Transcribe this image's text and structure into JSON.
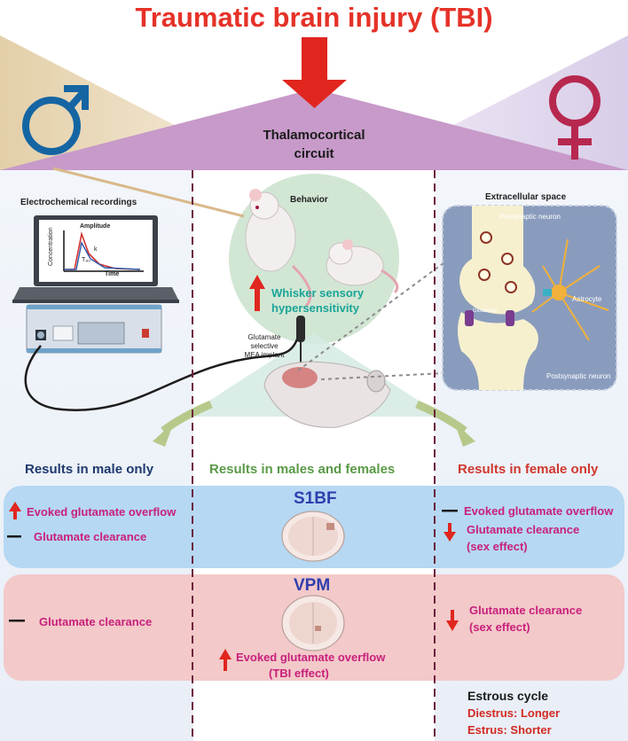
{
  "title": "Traumatic brain injury (TBI)",
  "circuit": {
    "line1": "Thalamocortical",
    "line2": "circuit"
  },
  "panels": {
    "electrochemical": "Electrochemical recordings",
    "behavior": "Behavior",
    "extracellular": "Extracellular space"
  },
  "graph": {
    "ylabel": "Concentration",
    "xlabel": "Time",
    "amplitude": "Amplitude",
    "k": "k",
    "t80": "T₈₀"
  },
  "behavior": {
    "line1": "Whisker sensory",
    "line2": "hypersensitivity"
  },
  "mea": {
    "line1": "Glutamate",
    "line2": "selective",
    "line3": "MEA implant"
  },
  "synapse": {
    "presynaptic": "Presynaptic neuron",
    "astrocyte": "Astrocyte",
    "glutamate": "Glutamate",
    "postsynaptic": "Postsynaptic neuron"
  },
  "results": {
    "male": "Results in male only",
    "both": "Results in males and females",
    "female": "Results in female only"
  },
  "s1bf": {
    "label": "S1BF",
    "male_evoked": "Evoked glutamate overflow",
    "male_clear": "Glutamate clearance",
    "female_evoked": "Evoked glutamate overflow",
    "female_clear1": "Glutamate clearance",
    "female_clear2": "(sex effect)"
  },
  "vpm": {
    "label": "VPM",
    "male_clear": "Glutamate clearance",
    "both_evoked1": "Evoked glutamate overflow",
    "both_evoked2": "(TBI effect)",
    "female_clear1": "Glutamate clearance",
    "female_clear2": "(sex effect)"
  },
  "estrous": {
    "title": "Estrous cycle",
    "diestrus": "Diestrus: Longer",
    "estrus": "Estrus: Shorter"
  },
  "colors": {
    "title_red": "#e53228",
    "male_blue": "#1e3a6e",
    "green": "#5a9a46",
    "female_red": "#d0382f",
    "s1bf_band": "#b6d8f2",
    "vpm_band": "#f3c9c9",
    "magenta": "#c8207c",
    "region_blue": "#2f3fae",
    "triangle_purple": "#c79ac9"
  }
}
